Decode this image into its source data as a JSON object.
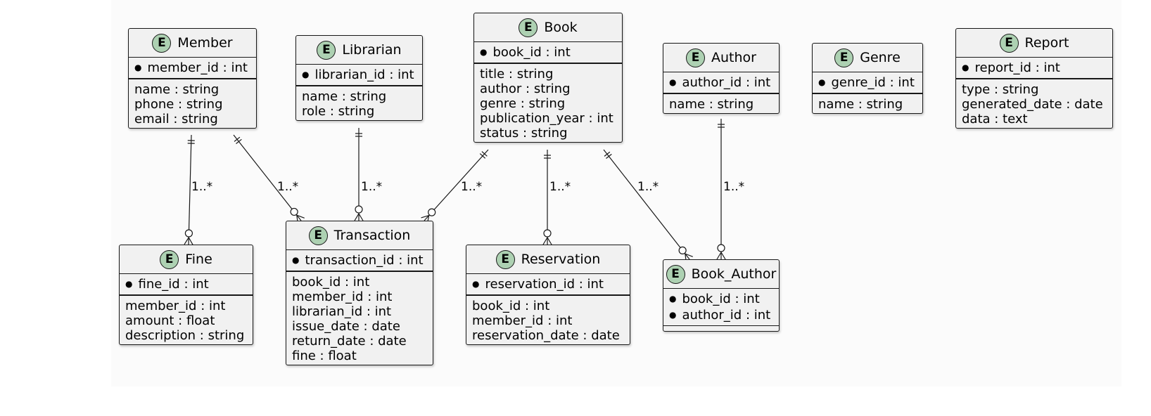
{
  "entities": [
    {
      "id": "member",
      "name": "Member",
      "icon": "E",
      "keys": [
        "member_id : int"
      ],
      "attrs": [
        "name : string",
        "phone : string",
        "email : string"
      ]
    },
    {
      "id": "librarian",
      "name": "Librarian",
      "icon": "E",
      "keys": [
        "librarian_id : int"
      ],
      "attrs": [
        "name : string",
        "role : string"
      ]
    },
    {
      "id": "book",
      "name": "Book",
      "icon": "E",
      "keys": [
        "book_id : int"
      ],
      "attrs": [
        "title : string",
        "author : string",
        "genre : string",
        "publication_year : int",
        "status : string"
      ]
    },
    {
      "id": "author",
      "name": "Author",
      "icon": "E",
      "keys": [
        "author_id : int"
      ],
      "attrs": [
        "name : string"
      ]
    },
    {
      "id": "genre",
      "name": "Genre",
      "icon": "E",
      "keys": [
        "genre_id : int"
      ],
      "attrs": [
        "name : string"
      ]
    },
    {
      "id": "report",
      "name": "Report",
      "icon": "E",
      "keys": [
        "report_id : int"
      ],
      "attrs": [
        "type : string",
        "generated_date : date",
        "data : text"
      ]
    },
    {
      "id": "fine",
      "name": "Fine",
      "icon": "E",
      "keys": [
        "fine_id : int"
      ],
      "attrs": [
        "member_id : int",
        "amount : float",
        "description : string"
      ]
    },
    {
      "id": "transaction",
      "name": "Transaction",
      "icon": "E",
      "keys": [
        "transaction_id : int"
      ],
      "attrs": [
        "book_id : int",
        "member_id : int",
        "librarian_id : int",
        "issue_date : date",
        "return_date : date",
        "fine : float"
      ]
    },
    {
      "id": "reservation",
      "name": "Reservation",
      "icon": "E",
      "keys": [
        "reservation_id : int"
      ],
      "attrs": [
        "book_id : int",
        "member_id : int",
        "reservation_date : date"
      ]
    },
    {
      "id": "book_author",
      "name": "Book_Author",
      "icon": "E",
      "keys": [
        "book_id : int",
        "author_id : int"
      ],
      "attrs": []
    }
  ],
  "relationships": [
    {
      "id": "member-fine",
      "from": "Member",
      "to": "Fine",
      "label": "1..*"
    },
    {
      "id": "member-transaction",
      "from": "Member",
      "to": "Transaction",
      "label": "1..*"
    },
    {
      "id": "librarian-transaction",
      "from": "Librarian",
      "to": "Transaction",
      "label": "1..*"
    },
    {
      "id": "book-transaction",
      "from": "Book",
      "to": "Transaction",
      "label": "1..*"
    },
    {
      "id": "book-reservation",
      "from": "Book",
      "to": "Reservation",
      "label": "1..*"
    },
    {
      "id": "book-book_author",
      "from": "Book",
      "to": "Book_Author",
      "label": "1..*"
    },
    {
      "id": "author-book_author",
      "from": "Author",
      "to": "Book_Author",
      "label": "1..*"
    }
  ],
  "colors": {
    "entity_bg": "#f1f1f1",
    "icon_bg": "#add1b2",
    "line": "#181818"
  }
}
